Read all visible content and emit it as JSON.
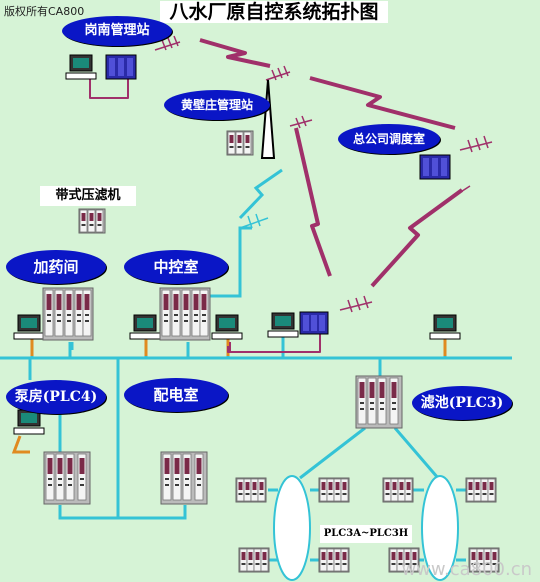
{
  "copyright": "版权所有CA800",
  "title": "八水厂原自控系统拓扑图",
  "nodes": {
    "ganggnan": "岗南管理站",
    "huangbizhuang": "黄壁庄管理站",
    "zonggongsi": "总公司调度室",
    "filter_press": "带式压滤机",
    "dosing": "加药间",
    "central_control": "中控室",
    "pump_house": "泵房(PLC4)",
    "power_room": "配电室",
    "filter_pool": "滤池(PLC3)"
  },
  "plc_range_label": "PLC3A~PLC3H",
  "watermark": "www.ca800.cn",
  "colors": {
    "oval": "#0a16c6",
    "network": "#34c3d6",
    "radio_link": "#a0306a",
    "plc_red": "#8b3a5a",
    "background": "#d6f3d6"
  }
}
